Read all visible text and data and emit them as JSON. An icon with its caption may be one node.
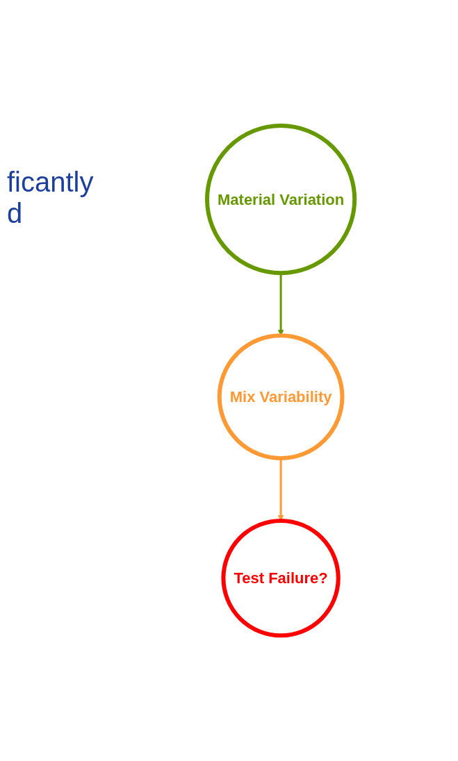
{
  "diagram": {
    "nodes": [
      {
        "text": [
          "Material Variation"
        ]
      },
      {
        "text": [
          "Mix Variability"
        ]
      },
      {
        "text": [
          "Test Failure?"
        ]
      }
    ],
    "edges": [
      {
        "from": 0,
        "to": 1,
        "arrow": "to",
        "color": "#669900"
      },
      {
        "from": 1,
        "to": 2,
        "arrow": "to",
        "color": "#ff9933"
      }
    ],
    "labels": [
      "ficantly d"
    ]
  }
}
